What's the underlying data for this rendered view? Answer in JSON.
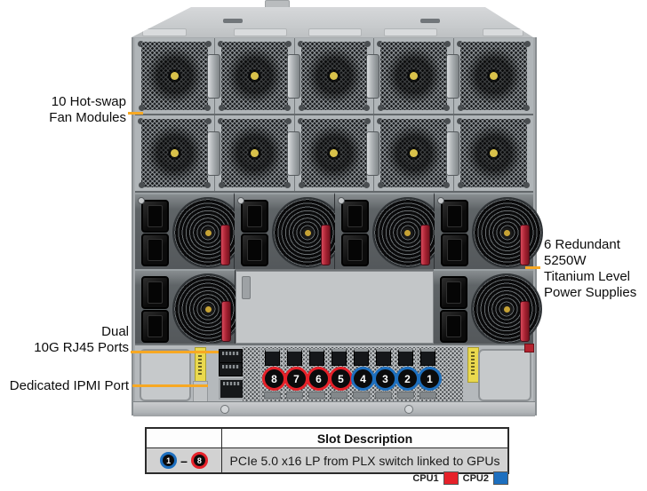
{
  "callouts": {
    "fans": {
      "line1": "10 Hot-swap",
      "line2": "Fan Modules"
    },
    "psu": {
      "line1": "6 Redundant",
      "line2": "5250W",
      "line3": "Titanium Level",
      "line4": "Power Supplies"
    },
    "lan": {
      "line1": "Dual",
      "line2": "10G RJ45 Ports"
    },
    "ipmi": {
      "line1": "Dedicated IPMI Port"
    }
  },
  "io": {
    "slots": [
      {
        "num": "8",
        "cpu": "cpu1"
      },
      {
        "num": "7",
        "cpu": "cpu1"
      },
      {
        "num": "6",
        "cpu": "cpu1"
      },
      {
        "num": "5",
        "cpu": "cpu1"
      },
      {
        "num": "4",
        "cpu": "cpu2"
      },
      {
        "num": "3",
        "cpu": "cpu2"
      },
      {
        "num": "2",
        "cpu": "cpu2"
      },
      {
        "num": "1",
        "cpu": "cpu2"
      }
    ]
  },
  "table": {
    "header": "Slot Description",
    "range_start": "1",
    "dash": "–",
    "range_end": "8",
    "description": "PCIe 5.0 x16 LP from PLX switch linked to GPUs"
  },
  "legend": {
    "cpu1": "CPU1",
    "cpu2": "CPU2"
  },
  "colors": {
    "accent": "#F7A823",
    "cpu1": "#E62129",
    "cpu2": "#1D6FBF"
  }
}
